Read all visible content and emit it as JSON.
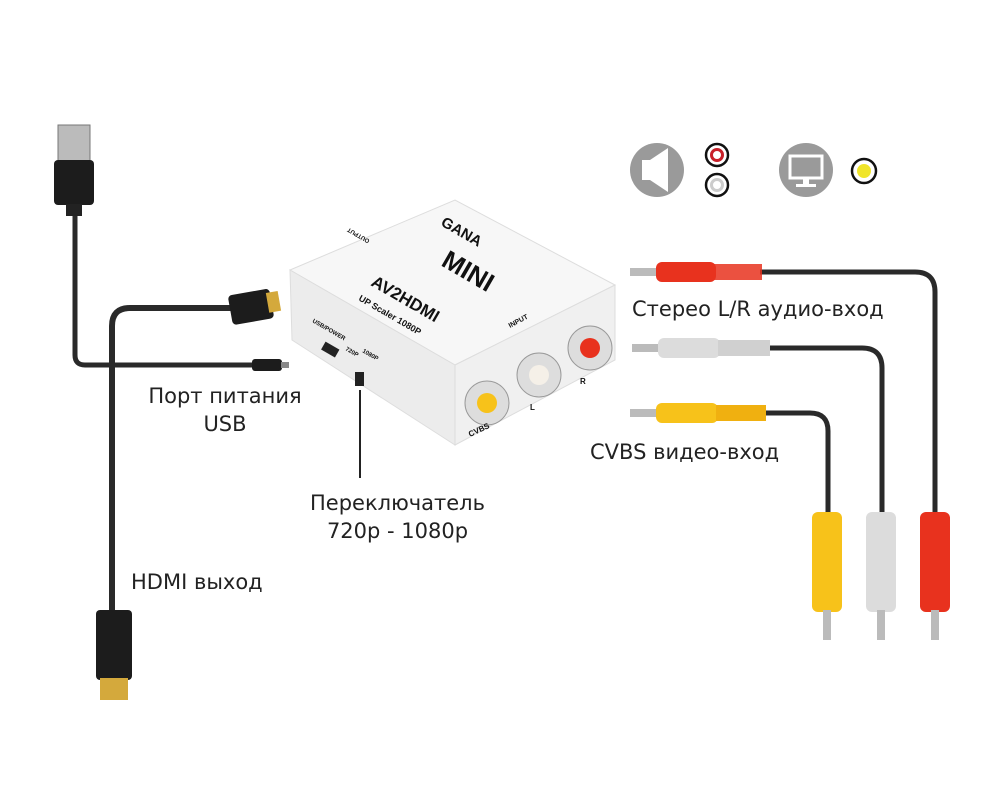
{
  "labels": {
    "audio_input": "Стерео L/R аудио-вход",
    "video_input": "CVBS видео-вход",
    "usb_power_line1": "Порт питания",
    "usb_power_line2": "USB",
    "switch_line1": "Переключатель",
    "switch_line2": "720p - 1080p",
    "hdmi_output": "HDMI выход"
  },
  "device": {
    "brand": "GANA",
    "model_badge": "MINI",
    "name": "AV2HDMI",
    "subtitle": "UP Scaler 1080P",
    "output_label": "OUTPUT",
    "input_label": "INPUT",
    "usb_power_label": "USB/POWER",
    "res_720": "720P",
    "res_1080": "1080P",
    "port_cvbs": "CVBS",
    "port_l": "L",
    "port_r": "R"
  },
  "legend_icons": [
    "speaker-icon",
    "rca-red-white-icon",
    "monitor-icon",
    "rca-yellow-icon"
  ],
  "colors": {
    "red": "#e8321e",
    "white": "#e6e6e6",
    "yellow": "#f7c21a",
    "icon_gray": "#9a9a9a"
  }
}
